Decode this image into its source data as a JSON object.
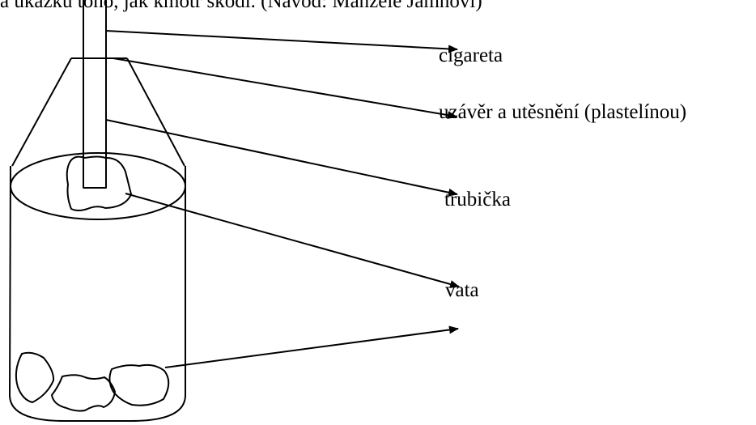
{
  "header_text": "a ukázku toho, jak kmotr škodí. (Návod: Manželé Jamnovi)",
  "labels": {
    "cigareta": "cigareta",
    "uzaver": "uzávěr a utěsnění (plastelínou)",
    "trubicka": "trubička",
    "vata": "vata"
  },
  "colors": {
    "ink": "#000000",
    "background": "#ffffff"
  }
}
